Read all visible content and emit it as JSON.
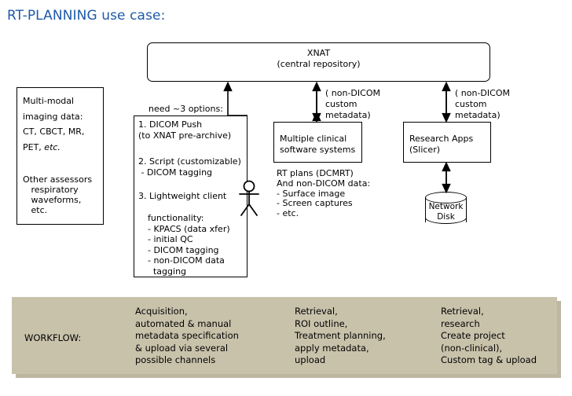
{
  "page": {
    "title": "RT-PLANNING use case:",
    "title_color": "#1F5AA8",
    "background": "#ffffff"
  },
  "diagram": {
    "xnat": {
      "label": "XNAT\n(central repository)"
    },
    "imaging_source": {
      "line_a": "Multi-modal\nimaging data:\nCT, CBCT, MR,\nPET, ",
      "line_a_em": "etc.",
      "line_b": "Other assessors\n   respiratory\n   waveforms,\n   etc."
    },
    "need_options_label": "need ~3 options:",
    "options": [
      "1. DICOM Push\n(to XNAT pre-archive)",
      "2. Script (customizable)\n - DICOM tagging",
      "3. Lightweight client",
      "functionality:\n- KPACS (data xfer)\n- initial QC\n- DICOM tagging\n- non-DICOM data\n  tagging"
    ],
    "clinical_systems": {
      "label": "Multiple clinical\nsoftware systems"
    },
    "research_apps": {
      "label": "Research Apps\n(Slicer)"
    },
    "network_disk": {
      "label": "Network\nDisk"
    },
    "annotations": {
      "mid_metadata": "( non-DICOM\ncustom\nmetadata)",
      "right_metadata": "( non-DICOM\ncustom\nmetadata)",
      "rt_plans": "RT plans (DCMRT)\nAnd non-DICOM data:\n- Surface image\n- Screen captures\n- etc."
    },
    "actor_name": "user-stick-figure"
  },
  "workflow": {
    "label": "WORKFLOW:",
    "band_color": "#c9c2ab",
    "columns": [
      "Acquisition,\nautomated & manual\nmetadata specification\n& upload via several\npossible channels",
      "Retrieval,\nROI outline,\nTreatment planning,\napply metadata,\nupload",
      "Retrieval,\nresearch\nCreate project\n(non-clinical),\nCustom tag & upload"
    ]
  }
}
